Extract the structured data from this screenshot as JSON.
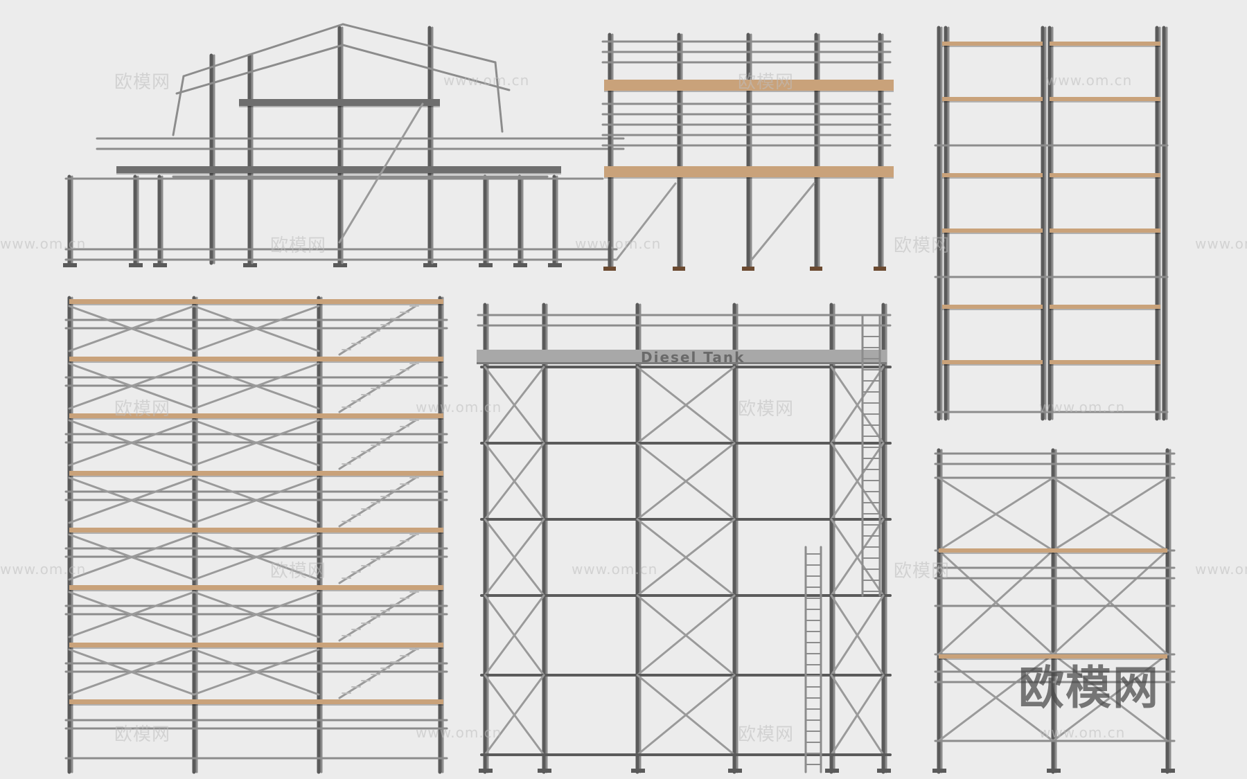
{
  "image": {
    "logo_text": "欧模网",
    "tank_label": "Diesel Tank",
    "watermarks": [
      {
        "text": "欧模网"
      },
      {
        "text": "www.om.cn"
      }
    ]
  },
  "colors": {
    "background": "#ececec",
    "steel": "#8c8c8c",
    "steel_dark": "#5a5a5a",
    "plank_wood": "#c9a27a",
    "plank_grey": "#6e6e6e"
  },
  "objects": [
    {
      "kind": "scaffold-roof-frame"
    },
    {
      "kind": "scaffold-two-deck"
    },
    {
      "kind": "scaffold-tall-shelf"
    },
    {
      "kind": "scaffold-stair-tower"
    },
    {
      "kind": "scaffold-tank-frame"
    },
    {
      "kind": "scaffold-small-tower"
    }
  ]
}
